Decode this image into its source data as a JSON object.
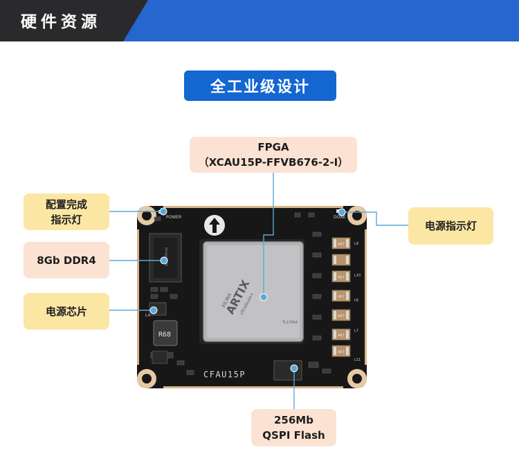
{
  "header": {
    "title": "硬件资源"
  },
  "badge": {
    "label": "全工业级设计"
  },
  "callouts": {
    "fpga": {
      "line1": "FPGA",
      "line2": "（XCAU15P-FFVB676-2-I）"
    },
    "config_led": {
      "line1": "配置完成",
      "line2": "指示灯"
    },
    "ddr": {
      "label": "8Gb DDR4"
    },
    "power_chip": {
      "label": "电源芯片"
    },
    "power_led": {
      "label": "电源指示灯"
    },
    "flash": {
      "line1": "256Mb",
      "line2": "QSPI Flash"
    }
  },
  "board": {
    "silkscreen": {
      "power": "POWER",
      "done": "DONE",
      "model": "CFAU15P",
      "inductor": "R68",
      "l4": "L4",
      "inductor_labels": [
        "L9",
        "L10",
        "L6",
        "L7",
        "L11"
      ],
      "inductor_code": "4R7"
    },
    "fpga_chip": {
      "brand": "XILINX",
      "family": "ARTIX",
      "subtitle": "UltraScale+",
      "code": "TL1765A"
    },
    "colors": {
      "pcb": "#161616",
      "pad": "#e6c9a4",
      "fpga_lid": "#b9b9bb",
      "leader": "#5aa9da"
    }
  }
}
